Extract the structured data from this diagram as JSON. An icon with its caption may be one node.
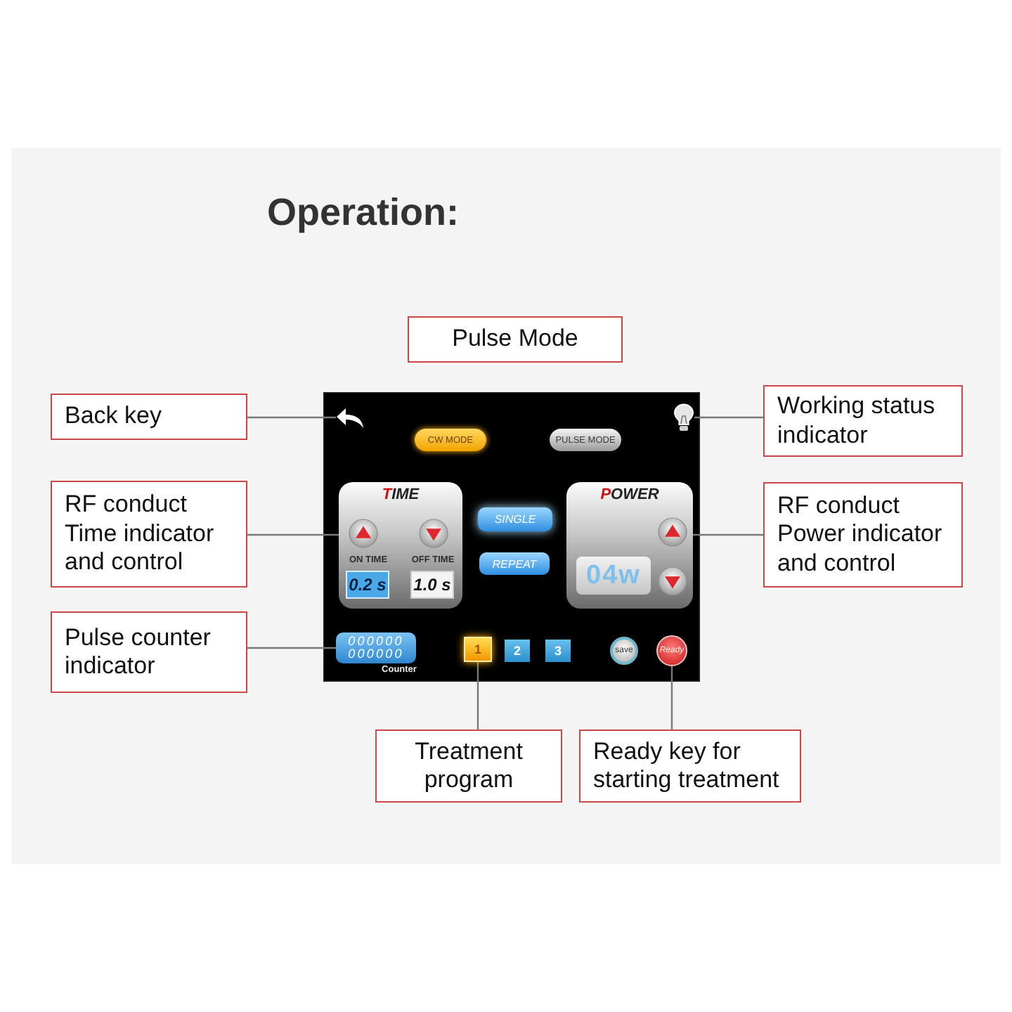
{
  "diagram": {
    "title": "Operation:",
    "nodes": [
      {
        "text": [
          "Pulse Mode"
        ]
      },
      {
        "text": [
          "Back key"
        ]
      },
      {
        "text": [
          "Working status indicator"
        ]
      },
      {
        "text": [
          "RF conduct Time indicator and control"
        ]
      },
      {
        "text": [
          "RF conduct Power indicator and control"
        ]
      },
      {
        "text": [
          "Pulse counter indicator"
        ]
      },
      {
        "text": [],
        "shape": "box"
      },
      {
        "text": [],
        "shape": "picture",
        "in": 6
      },
      {
        "text": [
          "CW MODE"
        ],
        "in": 6
      },
      {
        "text": [
          "PULSE MODE"
        ],
        "in": 6
      },
      {
        "text": [],
        "shape": "picture",
        "in": 6
      },
      {
        "text": [
          "TIME"
        ],
        "in": 6
      },
      {
        "text": [],
        "shape": "circle",
        "in": 11
      },
      {
        "text": [],
        "shape": "circle",
        "in": 11
      },
      {
        "text": [
          "0.2 s"
        ],
        "in": 11,
        "beside": [
          "ON TIME"
        ]
      },
      {
        "text": [
          "1.0 s"
        ],
        "in": 11,
        "beside": [
          "OFF TIME"
        ]
      },
      {
        "text": [
          "SINGLE"
        ],
        "in": 6
      },
      {
        "text": [
          "REPEAT"
        ],
        "in": 6
      },
      {
        "text": [
          "POWER"
        ],
        "in": 6
      },
      {
        "text": [],
        "shape": "circle",
        "in": 18
      },
      {
        "text": [
          "04w"
        ],
        "in": 18
      },
      {
        "text": [],
        "shape": "circle",
        "in": 18
      },
      {
        "text": [
          "000000 000000"
        ],
        "in": 6,
        "beside": [
          "Counter"
        ]
      },
      {
        "text": [
          "1"
        ],
        "in": 6
      },
      {
        "text": [
          "2"
        ],
        "in": 6
      },
      {
        "text": [
          "3"
        ],
        "in": 6
      },
      {
        "text": [
          "save"
        ],
        "in": 6
      },
      {
        "text": [
          "Ready"
        ],
        "in": 6
      },
      {
        "text": [
          "Treatment program"
        ]
      },
      {
        "text": [
          "Ready key for starting treatment"
        ]
      }
    ],
    "edges": [
      {
        "from": 1,
        "to": 7,
        "arrow": "none"
      },
      {
        "from": 2,
        "to": 10,
        "arrow": "none"
      },
      {
        "from": 3,
        "to": 11,
        "arrow": "none"
      },
      {
        "from": 4,
        "to": 18,
        "arrow": "none"
      },
      {
        "from": 5,
        "to": 22,
        "arrow": "none"
      },
      {
        "from": 28,
        "to": 23,
        "arrow": "none"
      },
      {
        "from": 29,
        "to": 27,
        "arrow": "none"
      }
    ]
  }
}
